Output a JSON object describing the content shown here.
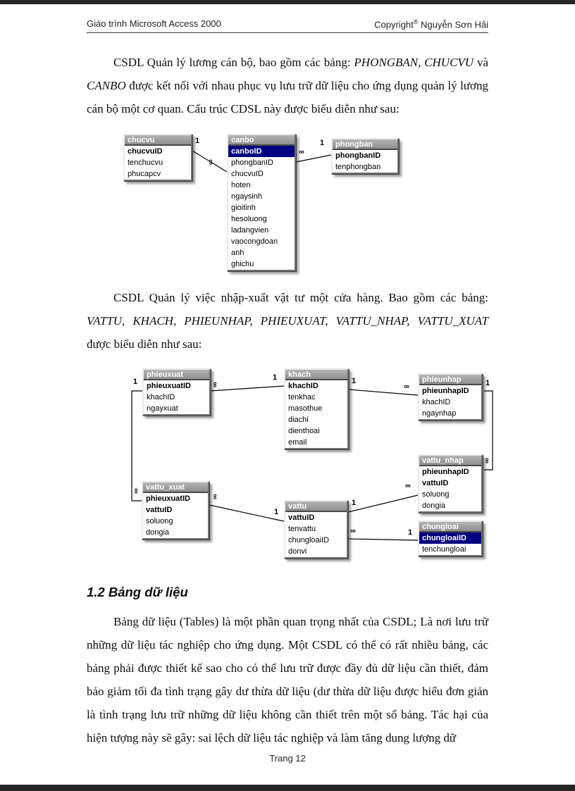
{
  "page": {
    "header_left": "Giáo trình Microsoft Access 2000",
    "header_right_word": "Copyright",
    "header_right_reg": "®",
    "header_right_name": " Nguyễn Sơn Hải",
    "footer": "Trang 12"
  },
  "para1": {
    "s1": "CSDL Quản lý lương cán bộ, bao gồm các bảng: ",
    "s2": "PHONGBAN, CHUCVU",
    "s3": " và ",
    "s4": "CANBO",
    "s5": " được kết nối với nhau phục vụ lưu trữ dữ liệu cho ứng dụng quản lý lương cán bộ một cơ quan. Cấu trúc CDSL này được biểu diễn như sau:"
  },
  "para2": {
    "s1": "CSDL Quản lý việc nhập-xuất vật tư một cửa hàng. Bao gồm các bảng: ",
    "s2": "VATTU, KHACH, PHIEUNHAP, PHIEUXUAT, VATTU_NHAP, VATTU_XUAT",
    "s3": " được biểu diễn như sau:"
  },
  "heading_12": "1.2 Bảng dữ liệu",
  "para3": "Bảng dữ liệu (Tables) là một phần quan trọng nhất của CSDL; Là nơi lưu trữ những dữ liệu tác nghiệp cho ứng dụng. Một CSDL có thể có rất nhiều bảng, các bảng phải được thiết kế sao cho có thể lưu trữ được đầy đủ dữ liệu cần thiết, đảm bảo giảm tối đa tình trạng gây dư thừa dữ liệu (dư thừa dữ liệu được hiểu đơn giản là tình trạng lưu trữ những dữ liệu không cần thiết trên một số bảng. Tác hại của hiện tượng này sẽ gây: sai lệch dữ liệu tác nghiệp và làm tăng dung lượng dữ",
  "labels": {
    "one": "1",
    "many": "∞"
  },
  "diagram1": {
    "tables": {
      "chucvu": {
        "title": "chucvu",
        "f": [
          "chucvuID",
          "tenchucvu",
          "phucapcv"
        ]
      },
      "canbo": {
        "title": "canbo",
        "f": [
          "canboID",
          "phongbanID",
          "chucvuID",
          "hoten",
          "ngaysinh",
          "gioitinh",
          "hesoluong",
          "ladangvien",
          "vaocongdoan",
          "anh",
          "ghichu"
        ]
      },
      "phongban": {
        "title": "phongban",
        "f": [
          "phongbanID",
          "tenphongban"
        ]
      }
    }
  },
  "diagram2": {
    "tables": {
      "phieuxuat": {
        "title": "phieuxuat",
        "f": [
          "phieuxuatID",
          "khachID",
          "ngayxuat"
        ]
      },
      "khach": {
        "title": "khach",
        "f": [
          "khachID",
          "tenkhac",
          "masothue",
          "diachi",
          "dienthoai",
          "email"
        ]
      },
      "phieunhap": {
        "title": "phieunhap",
        "f": [
          "phieunhapID",
          "khachID",
          "ngaynhap"
        ]
      },
      "vattu_nhap": {
        "title": "vattu_nhap",
        "f": [
          "phieunhapID",
          "vattuID",
          "soluong",
          "dongia"
        ]
      },
      "vattu_xuat": {
        "title": "vattu_xuat",
        "f": [
          "phieuxuatID",
          "vattuID",
          "soluong",
          "dongia"
        ]
      },
      "vattu": {
        "title": "vattu",
        "f": [
          "vattuID",
          "tenvattu",
          "chungloaiID",
          "donvi"
        ]
      },
      "chungloai": {
        "title": "chungloai",
        "f": [
          "chungloaiID",
          "tenchungloai"
        ]
      }
    }
  }
}
